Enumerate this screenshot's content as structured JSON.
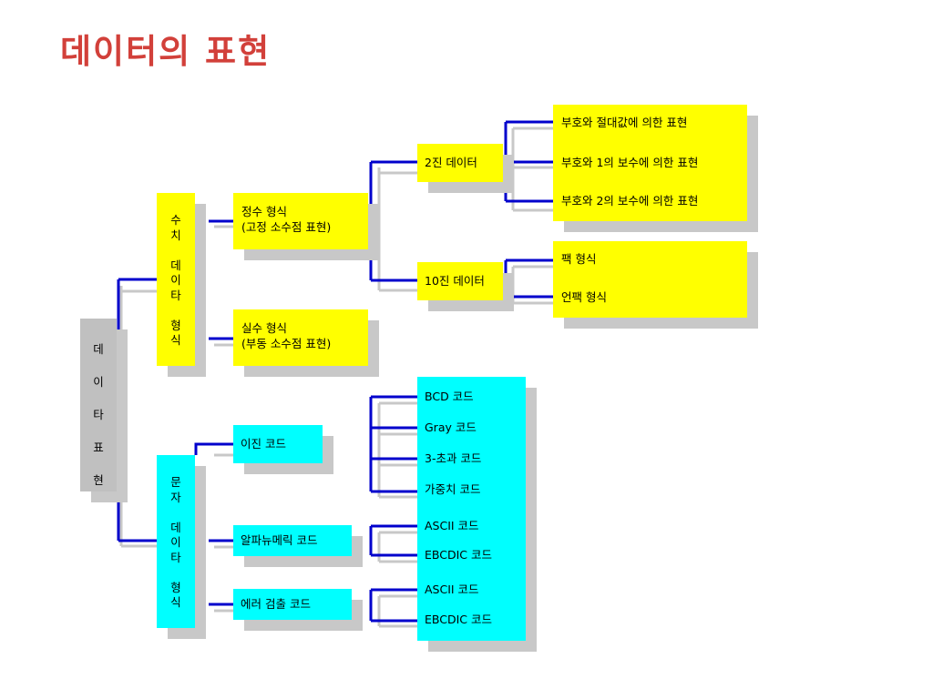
{
  "title": "데이터의 표현",
  "root": {
    "chars": [
      "데",
      "이",
      "타",
      "표",
      "현"
    ]
  },
  "numeric_form": {
    "chars": [
      "수",
      "치",
      "",
      "데",
      "이",
      "타",
      "",
      "형",
      "식"
    ]
  },
  "char_form": {
    "chars": [
      "문",
      "자",
      "",
      "데",
      "이",
      "타",
      "",
      "형",
      "식"
    ]
  },
  "integer": {
    "line1": "정수 형식",
    "line2": "(고정 소수점 표현)"
  },
  "real": {
    "line1": "실수 형식",
    "line2": "(부동 소수점 표현)"
  },
  "binary_data": "2진 데이터",
  "decimal_data": "10진 데이터",
  "binary_items": [
    "부호와 절대값에 의한 표현",
    "부호와 1의 보수에 의한 표현",
    "부호와 2의 보수에 의한 표현"
  ],
  "decimal_items": [
    "팩 형식",
    "언팩 형식"
  ],
  "binary_code": "이진 코드",
  "alnum_code": "알파뉴메릭 코드",
  "error_code": "에러 검출 코드",
  "code_items": [
    "BCD 코드",
    "Gray 코드",
    "3-초과 코드",
    "가중치 코드",
    "ASCII 코드",
    "EBCDIC 코드",
    "ASCII 코드",
    "EBCDIC 코드"
  ],
  "colors": {
    "title": "#d2403a",
    "connector": "#0000cc",
    "connector_shadow": "#c8c8c8",
    "numeric": "#ffff00",
    "character": "#00ffff",
    "root": "#c0c0c0"
  }
}
